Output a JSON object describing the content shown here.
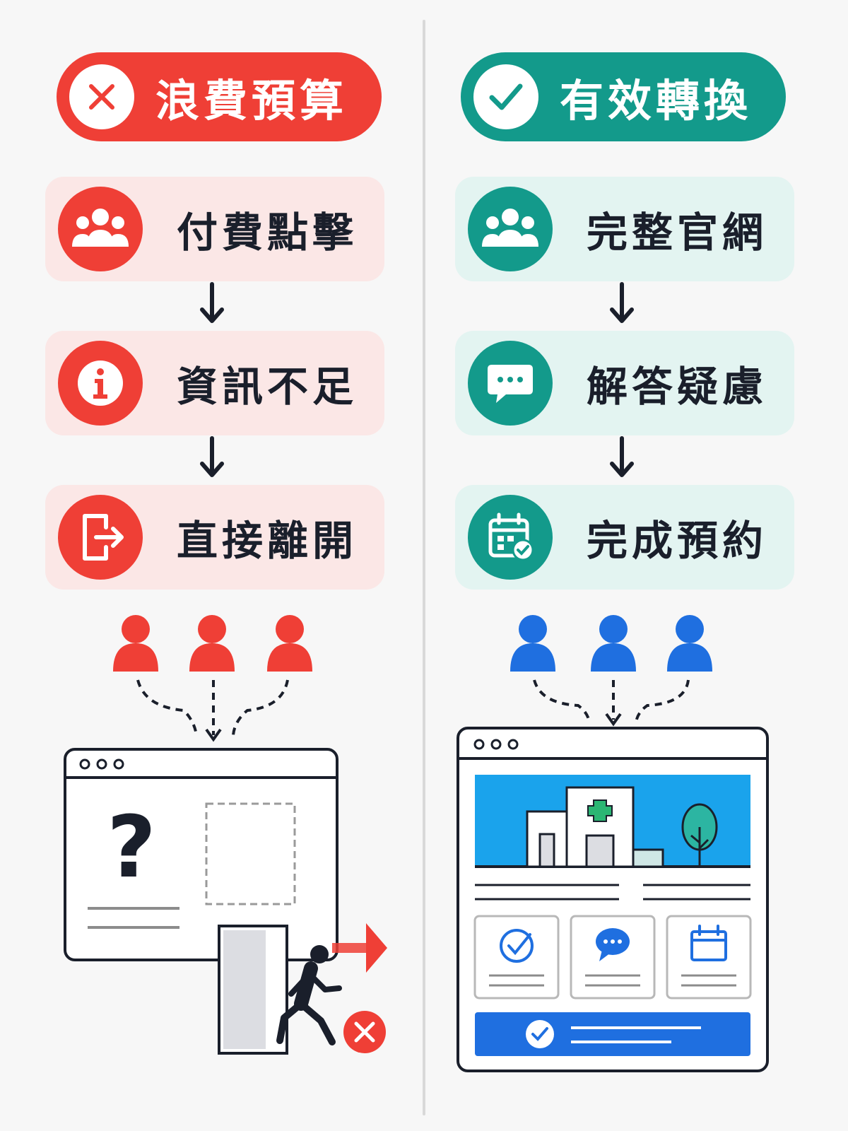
{
  "left": {
    "header": {
      "label": "浪費預算",
      "icon": "x-icon",
      "color": "#ef3f36"
    },
    "steps": [
      {
        "label": "付費點擊",
        "icon": "users-icon"
      },
      {
        "label": "資訊不足",
        "icon": "info-icon"
      },
      {
        "label": "直接離開",
        "icon": "exit-door-icon"
      }
    ],
    "illustration": {
      "question_mark": "?"
    }
  },
  "right": {
    "header": {
      "label": "有效轉換",
      "icon": "check-icon",
      "color": "#139a8b"
    },
    "steps": [
      {
        "label": "完整官網",
        "icon": "users-icon"
      },
      {
        "label": "解答疑慮",
        "icon": "chat-bubble-icon"
      },
      {
        "label": "完成預約",
        "icon": "calendar-check-icon"
      }
    ]
  },
  "colors": {
    "waste_red": "#ef3f36",
    "convert_teal": "#139a8b",
    "visitor_blue": "#1f6fe0",
    "hero_sky": "#1aa3ec",
    "ink": "#1a1f2b"
  }
}
